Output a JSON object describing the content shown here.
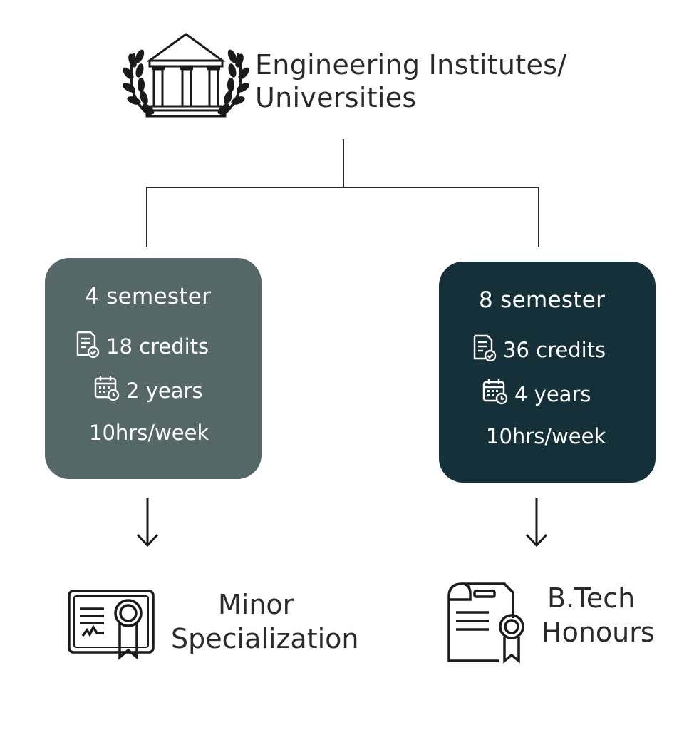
{
  "header": {
    "title_line1": "Engineering Institutes/",
    "title_line2": "Universities",
    "icon": "university-building-laurel-icon"
  },
  "programs": [
    {
      "semesters": "4 semester",
      "credits": "18 credits",
      "duration": "2 years",
      "hours": "10hrs/week",
      "color": "#566767",
      "credits_icon": "document-check-icon",
      "duration_icon": "calendar-clock-icon"
    },
    {
      "semesters": "8 semester",
      "credits": "36 credits",
      "duration": "4 years",
      "hours": "10hrs/week",
      "color": "#153038",
      "credits_icon": "document-check-icon",
      "duration_icon": "calendar-clock-icon"
    }
  ],
  "outcomes": [
    {
      "line1": "Minor",
      "line2": "Specialization",
      "icon": "certificate-ribbon-icon"
    },
    {
      "line1": "B.Tech",
      "line2": "Honours",
      "icon": "document-badge-icon"
    }
  ],
  "colors": {
    "line": "#2b2b2b",
    "text": "#2a2a2a"
  }
}
